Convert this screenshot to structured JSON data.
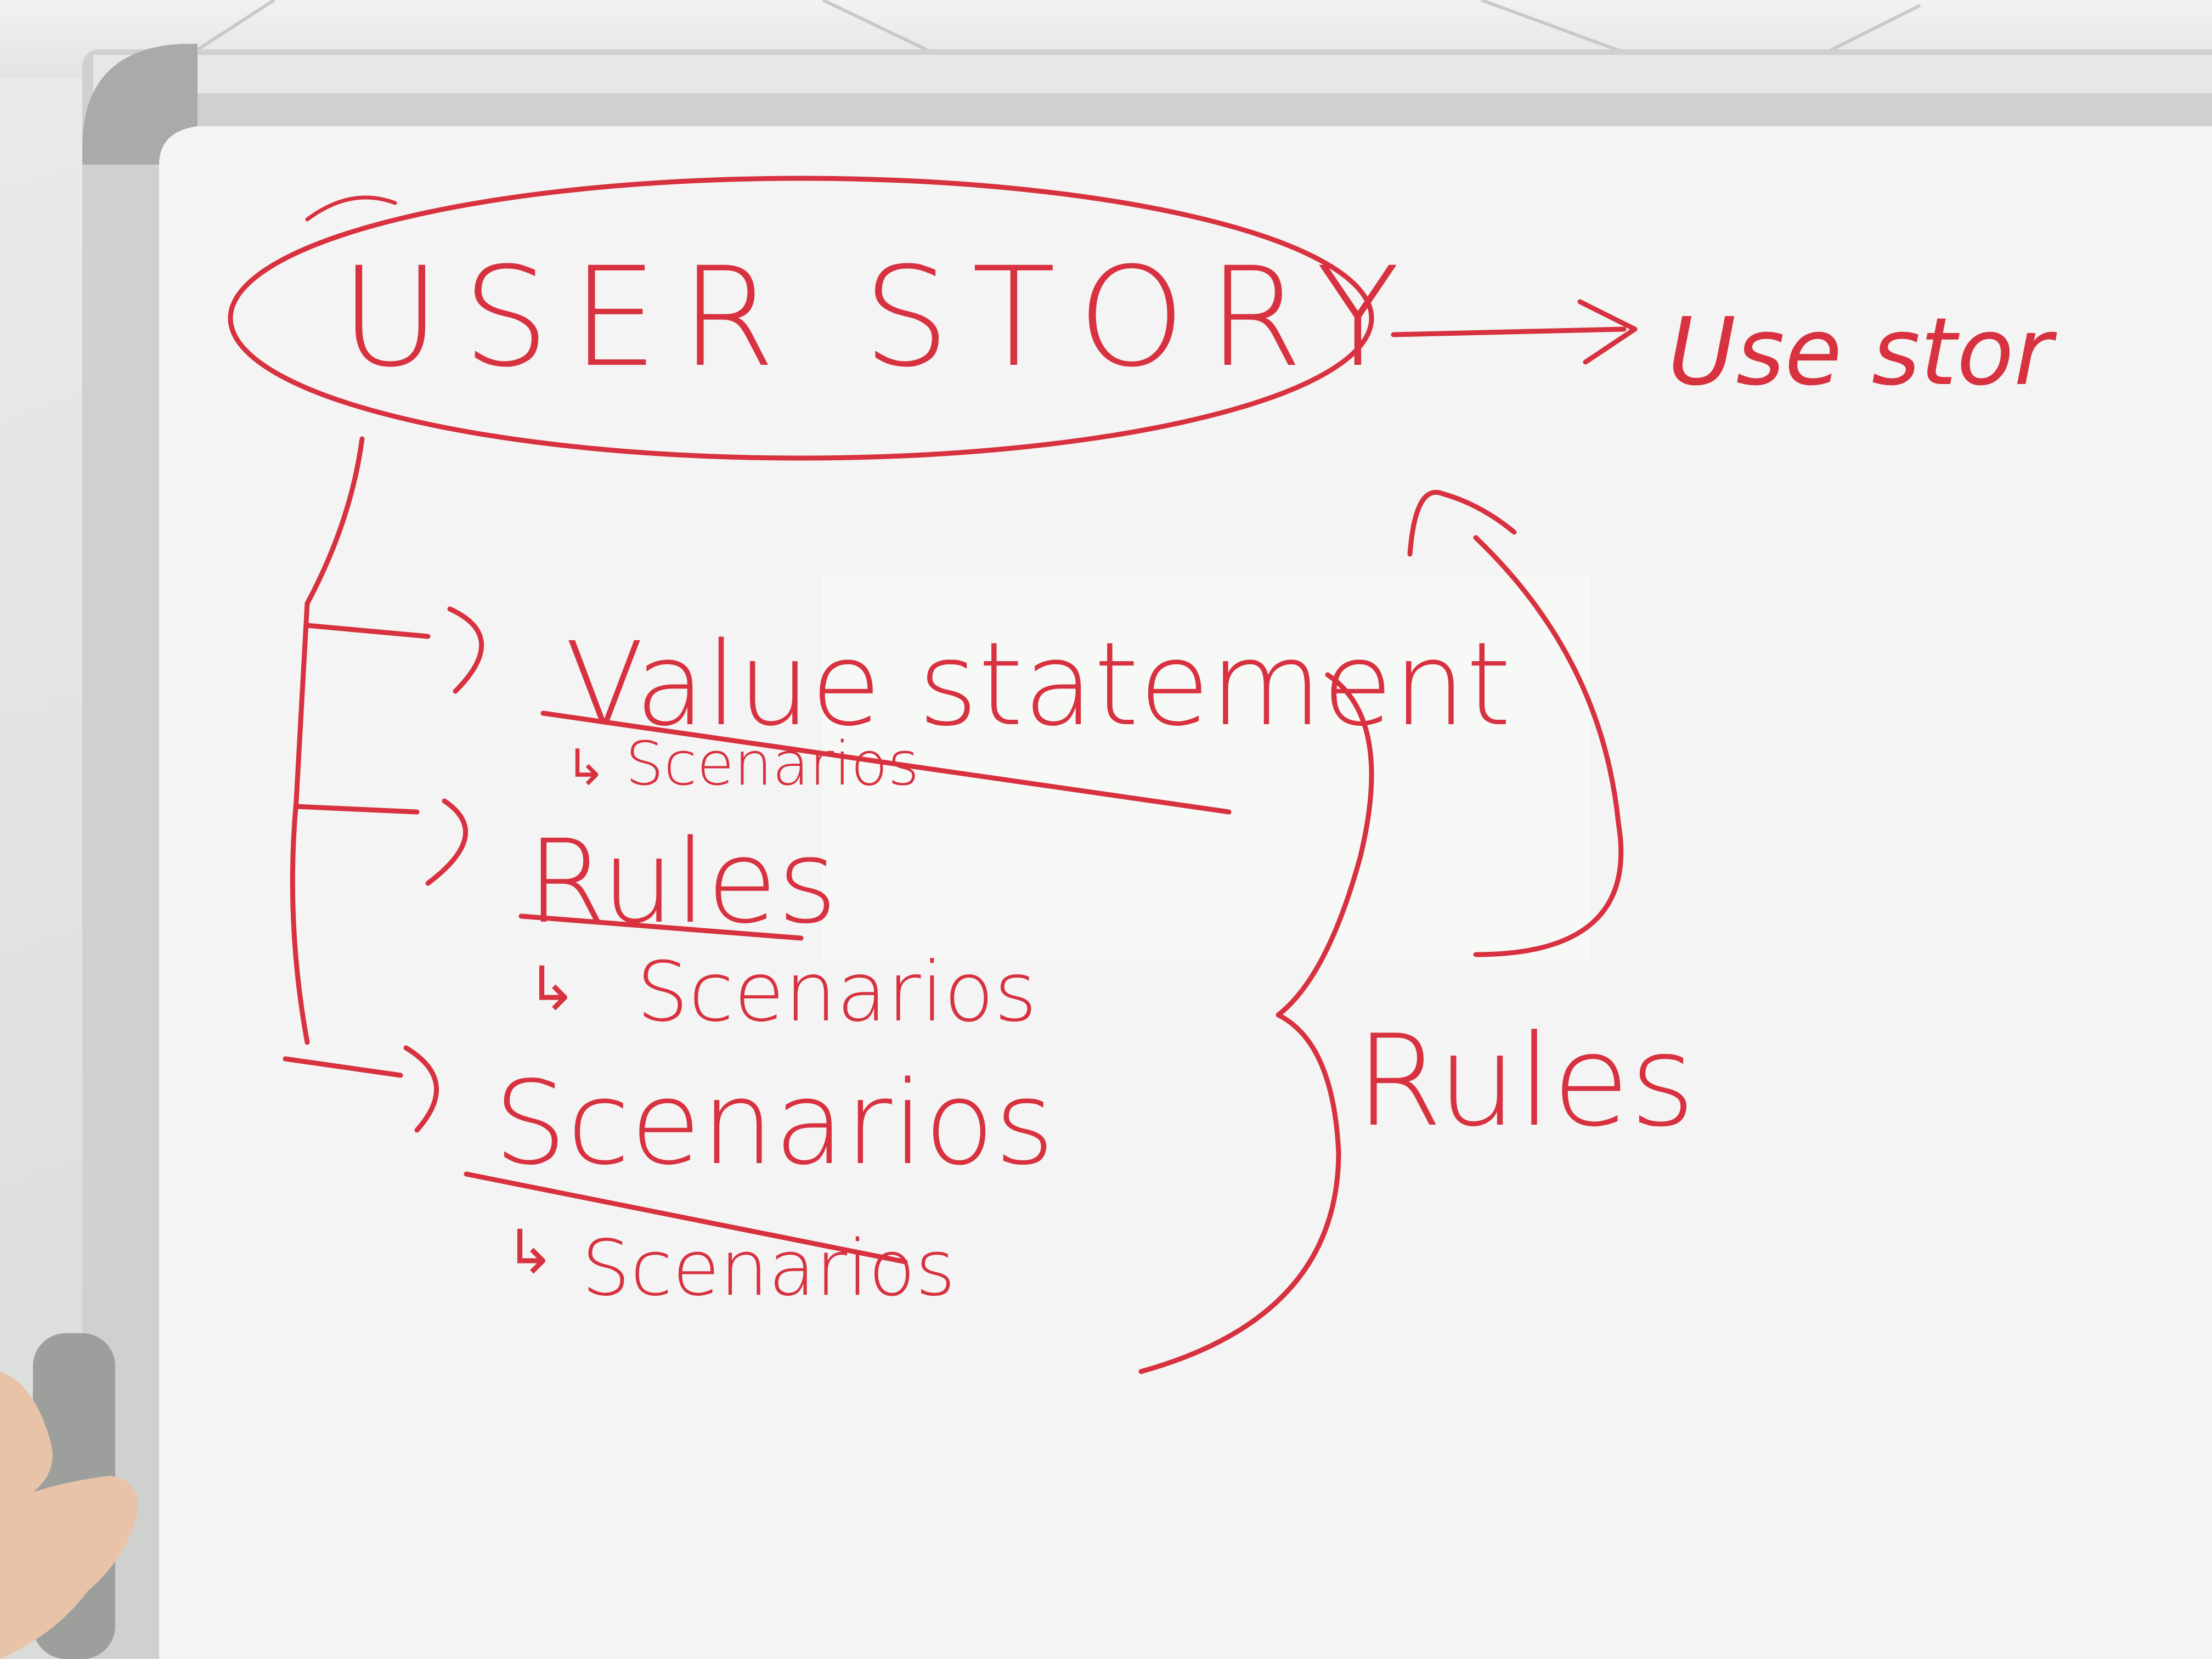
{
  "colors": {
    "marker": "#d8313f",
    "board": "#f3f4f3",
    "frame": "#c9cbc9",
    "wall": "#dcdedc"
  },
  "whiteboard": {
    "title": "USER STORY",
    "side_note": "Use stor",
    "branches": [
      {
        "heading": "Value statement",
        "sub": "Scenarios"
      },
      {
        "heading": "Rules",
        "sub": "Scenarios"
      },
      {
        "heading": "Scenarios",
        "sub": "Scenarios"
      }
    ],
    "brace_label": "Rules"
  },
  "icons": [
    "corner-cap-icon",
    "thumb-icon"
  ]
}
